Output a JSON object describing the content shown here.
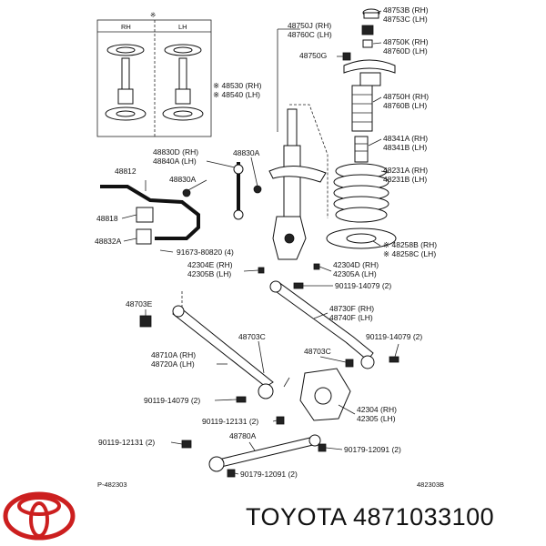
{
  "inset": {
    "mark": "※",
    "rh": "RH",
    "lh": "LH"
  },
  "labels": {
    "l48753": "48753B (RH)",
    "l48753c": "48753C (LH)",
    "l48750j": "48750J (RH)",
    "l48760c": "48760C (LH)",
    "l48750k": "48750K (RH)",
    "l48760d": "48760D (LH)",
    "l48750g": "48750G",
    "l48530": "※ 48530 (RH)",
    "l48540": "※ 48540 (LH)",
    "l48750h": "48750H (RH)",
    "l48760b": "48760B (LH)",
    "l48341a": "48341A (RH)",
    "l48341b": "48341B (LH)",
    "l48830d": "48830D (RH)",
    "l48840a": "48840A (LH)",
    "l48830a1": "48830A",
    "l48812": "48812",
    "l48830a2": "48830A",
    "l48231a": "48231A (RH)",
    "l48231b": "48231B (LH)",
    "l48818": "48818",
    "l48832a": "48832A",
    "l48258b": "※ 48258B (RH)",
    "l48258c": "※ 48258C (LH)",
    "l91673": "91673-80820 (4)",
    "l42304e": "42304E (RH)",
    "l42305b": "42305B (LH)",
    "l42304d": "42304D (RH)",
    "l42305a": "42305A (LH)",
    "l90119a": "90119-14079 (2)",
    "l48703e": "48703E",
    "l48730f": "48730F (RH)",
    "l48740f": "48740F (LH)",
    "l48703c1": "48703C",
    "l90119b": "90119-14079 (2)",
    "l48710a": "48710A (RH)",
    "l48720a": "48720A (LH)",
    "l48703c2": "48703C",
    "l90119c": "90119-14079 (2)",
    "l42304": "42304 (RH)",
    "l42305": "42305 (LH)",
    "l90119d": "90119-12131 (2)",
    "l48780a": "48780A",
    "l90119e": "90119-12131 (2)",
    "l90179a": "90179-12091 (2)",
    "l90179b": "90179-12091 (2)",
    "fig_left": "P-482303",
    "fig_right": "482303B"
  },
  "brand": {
    "text": "TOYOTA 4871033100",
    "logo_color": "#cc1f1f"
  }
}
